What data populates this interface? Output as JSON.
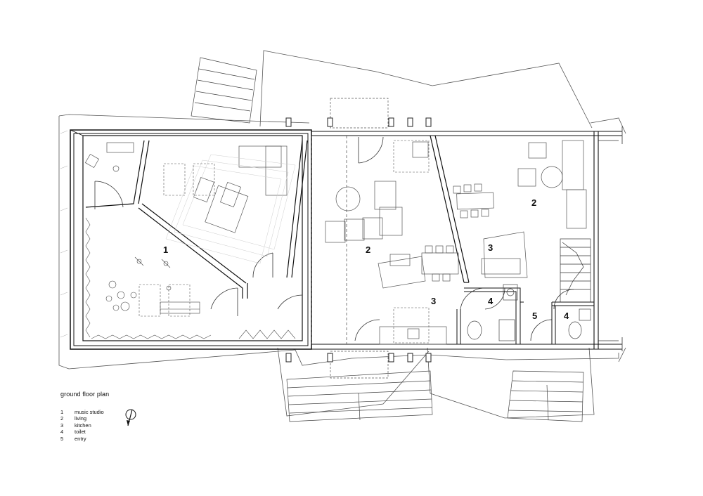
{
  "legend": {
    "title": "ground floor plan",
    "items": [
      {
        "number": "1",
        "name": "music studio"
      },
      {
        "number": "2",
        "name": "living"
      },
      {
        "number": "3",
        "name": "kitchen"
      },
      {
        "number": "4",
        "name": "toilet"
      },
      {
        "number": "5",
        "name": "entry"
      }
    ]
  },
  "rooms": {
    "music_studio": "1",
    "living_center": "2",
    "living_right": "2",
    "kitchen_center": "3",
    "kitchen_right": "3",
    "toilet_left": "4",
    "toilet_right": "4",
    "entry": "5"
  },
  "icons": {
    "north": "north-arrow-icon"
  }
}
